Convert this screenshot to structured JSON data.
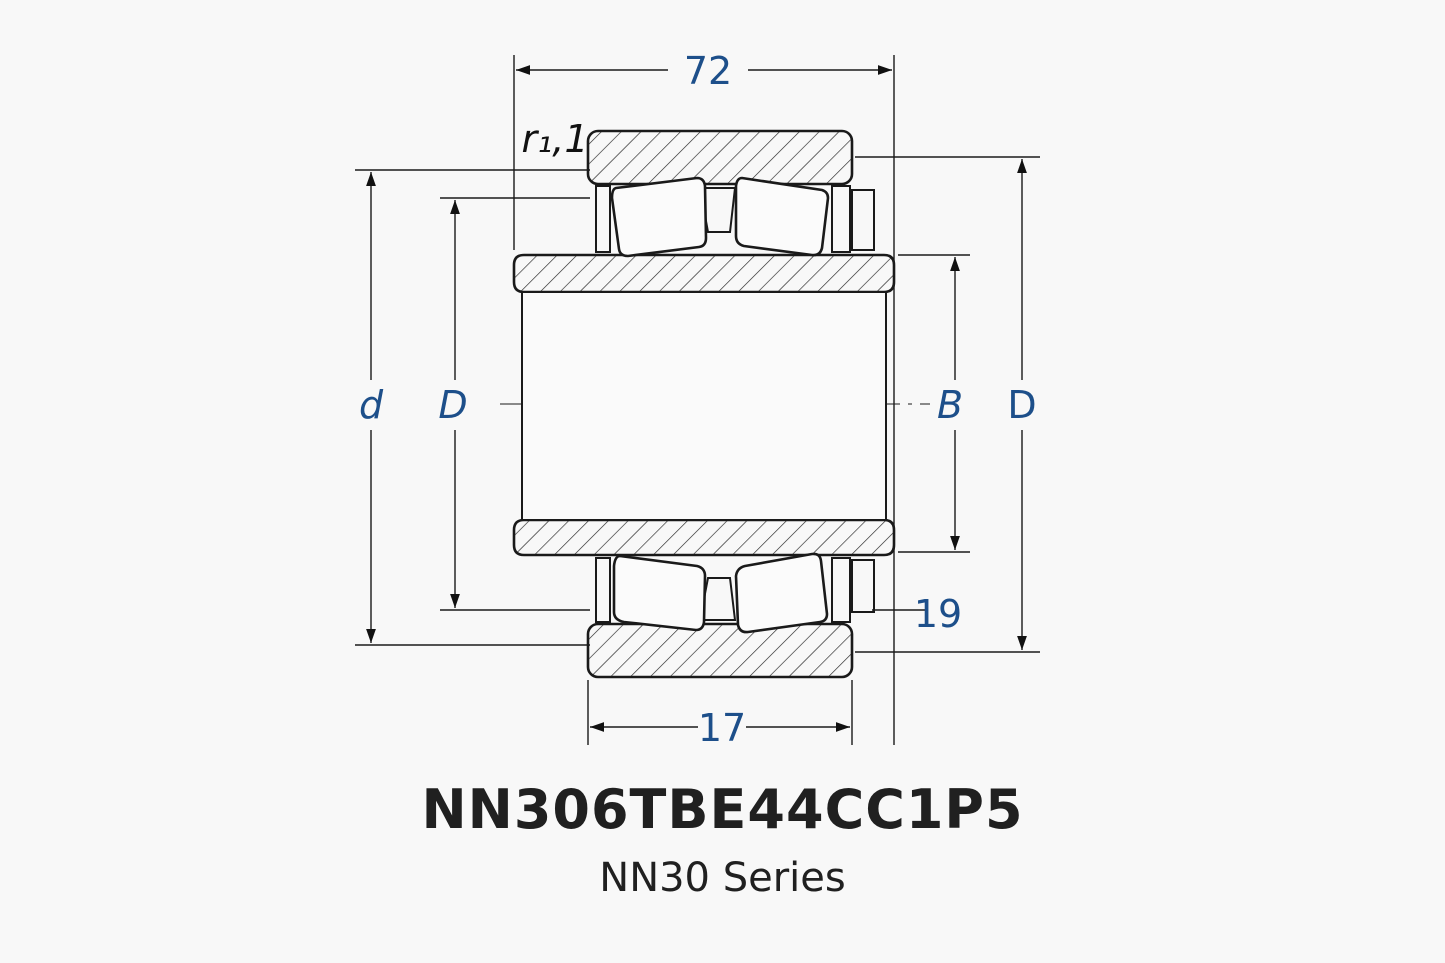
{
  "drawing": {
    "title": "NN306TBE44CC1P5",
    "subtitle": "NN30 Series",
    "dimensions": {
      "overall_width": "72",
      "ring_width": "17",
      "flange": "19",
      "radius_label": "r₁,1",
      "bore_d": "d",
      "inner_D": "D",
      "inner_B": "B",
      "outer_D": "D"
    },
    "colors": {
      "dimension_text": "#1d4f8a",
      "line": "#1a1a1a",
      "title": "#202020"
    }
  }
}
